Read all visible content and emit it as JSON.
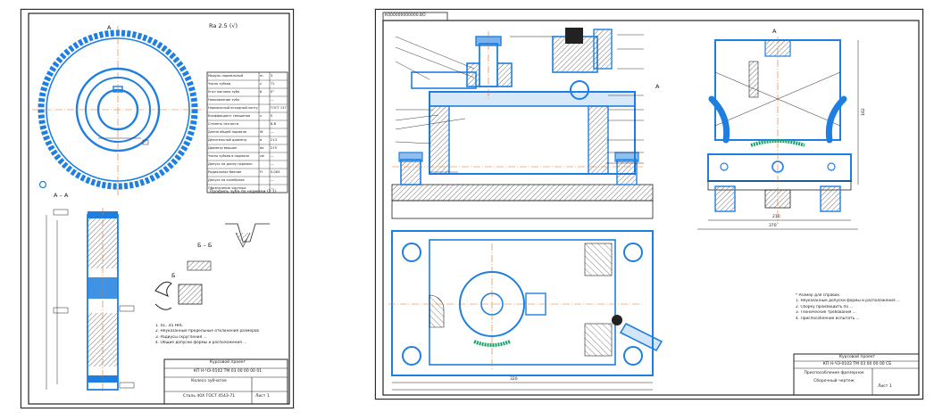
{
  "left_sheet": {
    "roughness_mark": "Ra 2.5 (√)",
    "section_aa": "А – А",
    "section_bb": "Б – Б",
    "view_b_label": "Б",
    "section_a_marker": "А",
    "profile_note": "Профиль зуба по нормали (2:1)",
    "notes": [
      "1. 41...45 HRC",
      "2. Неуказанные предельные отклонения размеров",
      "3. Радиусы скругления ...",
      "4. Общие допуски формы и расположения ..."
    ],
    "param_table": {
      "rows": [
        [
          "Модуль нормальный",
          "m",
          "3"
        ],
        [
          "Число зубьев",
          "z",
          "71"
        ],
        [
          "Угол наклона зуба",
          "β",
          "0°"
        ],
        [
          "Направление зуба",
          "",
          "—"
        ],
        [
          "Нормальный исходный контур",
          "",
          "ГОСТ 13755"
        ],
        [
          "Коэффициент смещения",
          "x",
          "0"
        ],
        [
          "Степень точности",
          "",
          "8-В"
        ],
        [
          "Длина общей нормали",
          "W",
          "—"
        ],
        [
          "Делительный диаметр",
          "d",
          "213"
        ],
        [
          "Диаметр вершин",
          "da",
          "219"
        ],
        [
          "Число зубьев в нормали",
          "zw",
          "—"
        ],
        [
          "Допуск на длину нормали",
          "",
          "—"
        ],
        [
          "Радиальное биение",
          "Fr",
          "0.063"
        ],
        [
          "Допуск на колебание",
          "",
          "—"
        ],
        [
          "Обозначение чертежа",
          "",
          "—"
        ]
      ]
    },
    "title_block": {
      "header": "Курсовой проект",
      "code": "КП Н-ЧЭ-0102 ТМ 03 00 00 00 01",
      "name": "Колесо зубчатое",
      "material": "Сталь 40Х ГОСТ 4543-71",
      "sheet_info": "Лист 1"
    }
  },
  "right_sheet": {
    "stamp": "К000000000000.ВО",
    "view_a_label": "А",
    "notes": [
      "* Размер для справок.",
      "1. Неуказанные допуски формы и расположения ...",
      "2. Сборку производить по ...",
      "3. Технические требования ...",
      "4. Приспособление испытать ..."
    ],
    "title_block": {
      "header": "Курсовой проект",
      "code": "КП Н-ЧЭ-0102 ТМ 03 00 00 00 СБ",
      "name": "Приспособление фрезерное",
      "doc_type": "Сборочный чертеж",
      "sheet_info": "Лист 1"
    },
    "dims": {
      "width_overall": "370",
      "base_len": "320",
      "height_side": "162",
      "width_view_a": "210"
    }
  },
  "colors": {
    "line_main": "#1f7fe0",
    "line_thin": "#222222",
    "axis": "#e07020",
    "hatch": "#333333",
    "accent_green": "#19a36b"
  }
}
